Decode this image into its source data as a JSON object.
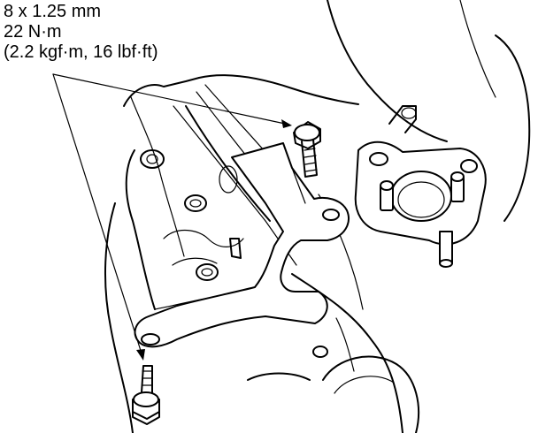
{
  "spec": {
    "thread": "8 x 1.25 mm",
    "torque_nm": "22 N·m",
    "torque_alt": "(2.2 kgf·m, 16 lbf·ft)"
  },
  "icons": [
    "bolt-icon",
    "bolt-icon"
  ]
}
